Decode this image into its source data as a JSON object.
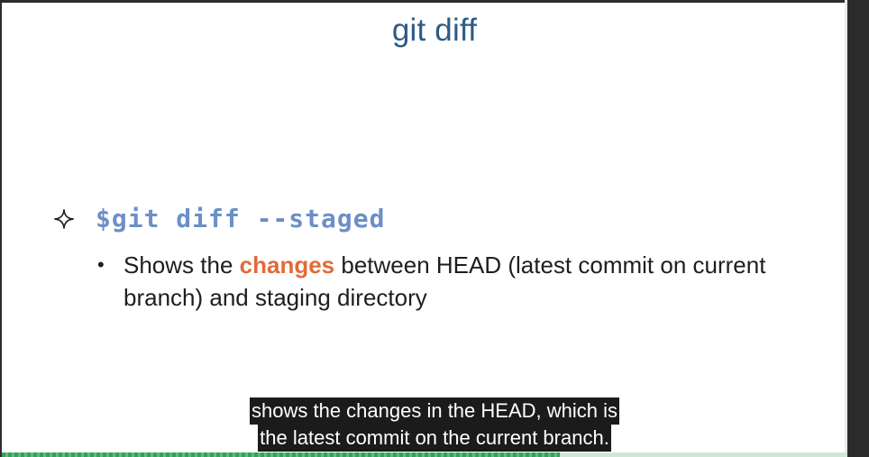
{
  "slide": {
    "title": "git diff",
    "bullet": {
      "icon": "four-point-star-icon",
      "command": "$git diff --staged"
    },
    "sub_bullet": {
      "marker": "•",
      "text_before": "Shows the ",
      "highlight": "changes",
      "text_after": " between HEAD (latest commit on current branch) and staging directory"
    }
  },
  "caption": {
    "line1": "shows the changes in the HEAD, which is",
    "line2": "the latest commit on the current branch."
  },
  "player": {
    "progress_fraction": 0.66
  },
  "colors": {
    "title": "#2d5a86",
    "command": "#6b8fc7",
    "highlight": "#e06b3a",
    "progress": "#2fa35a"
  }
}
